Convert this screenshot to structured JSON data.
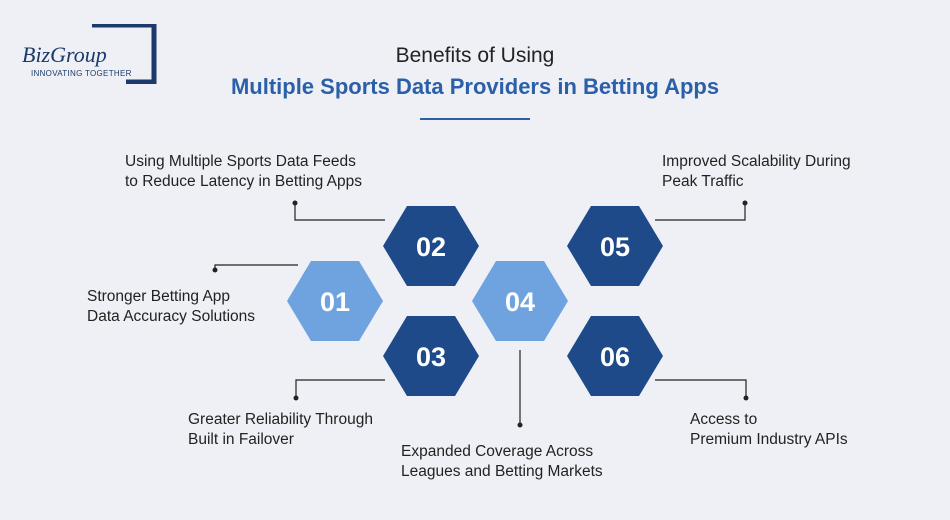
{
  "logo": {
    "name": "BizGroup",
    "tagline": "INNOVATING TOGETHER"
  },
  "header": {
    "title_line1": "Benefits of Using",
    "title_line2": "Multiple Sports Data Providers in Betting Apps"
  },
  "colors": {
    "dark_hex": "#1e4a8a",
    "light_hex": "#6fa3e0",
    "accent": "#2b5fa8"
  },
  "benefits": [
    {
      "num": "01",
      "line1": "Stronger Betting App",
      "line2": "Data Accuracy Solutions"
    },
    {
      "num": "02",
      "line1": "Using Multiple Sports Data Feeds",
      "line2": "to Reduce Latency in Betting Apps"
    },
    {
      "num": "03",
      "line1": "Greater Reliability Through",
      "line2": "Built in Failover"
    },
    {
      "num": "04",
      "line1": "Expanded Coverage Across",
      "line2": "Leagues and Betting Markets"
    },
    {
      "num": "05",
      "line1": "Improved Scalability During",
      "line2": "Peak Traffic"
    },
    {
      "num": "06",
      "line1": "Access to",
      "line2": "Premium Industry APIs"
    }
  ]
}
